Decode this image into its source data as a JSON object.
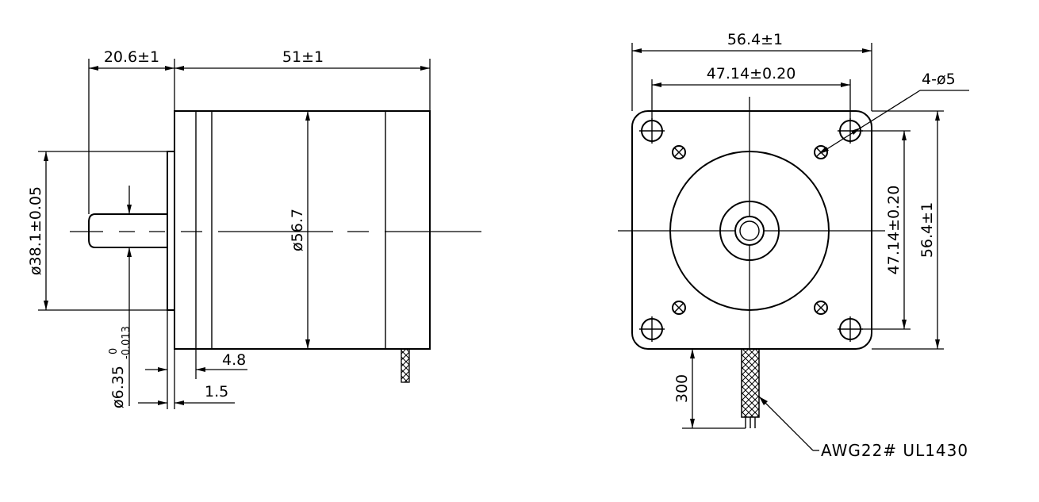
{
  "side_view": {
    "shaft_length": "20.6±1",
    "body_length": "51±1",
    "flange_dia": "ø38.1±0.05",
    "body_dia": "ø56.7",
    "shaft_dia_base": "ø6.35",
    "shaft_tol_upper": "0",
    "shaft_tol_lower": "-0.013",
    "flange_thickness": "4.8",
    "boss_thickness": "1.5"
  },
  "front_view": {
    "width": "56.4±1",
    "hole_spacing_h": "47.14±0.20",
    "hole_callout": "4-ø5",
    "hole_spacing_v": "47.14±0.20",
    "height": "56.4±1",
    "lead_length": "300",
    "wire_spec": "AWG22# UL1430"
  }
}
